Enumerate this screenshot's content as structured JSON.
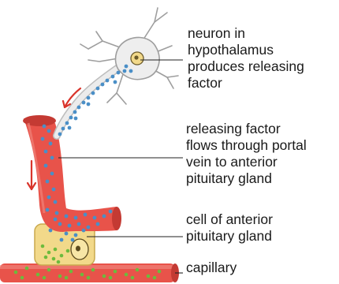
{
  "labels": {
    "neuron": "neuron in\nhypothalamus\nproduces releasing\nfactor",
    "releasing_factor": "releasing factor\nflows through portal\nvein to anterior\npituitary gland",
    "anterior_cell": "cell of anterior\npituitary gland",
    "capillary": "capillary"
  },
  "colors": {
    "vessel": "#e8534a",
    "vessel_dark": "#c43a33",
    "neuron_body": "#eeeeee",
    "cell": "#f2d98a",
    "nucleus": "#f7e6a6",
    "factor_dots": "#4a8fc7",
    "hormone_dots": "#6cbb3c",
    "arrows": "#d9342b",
    "leader_lines": "#222222"
  }
}
